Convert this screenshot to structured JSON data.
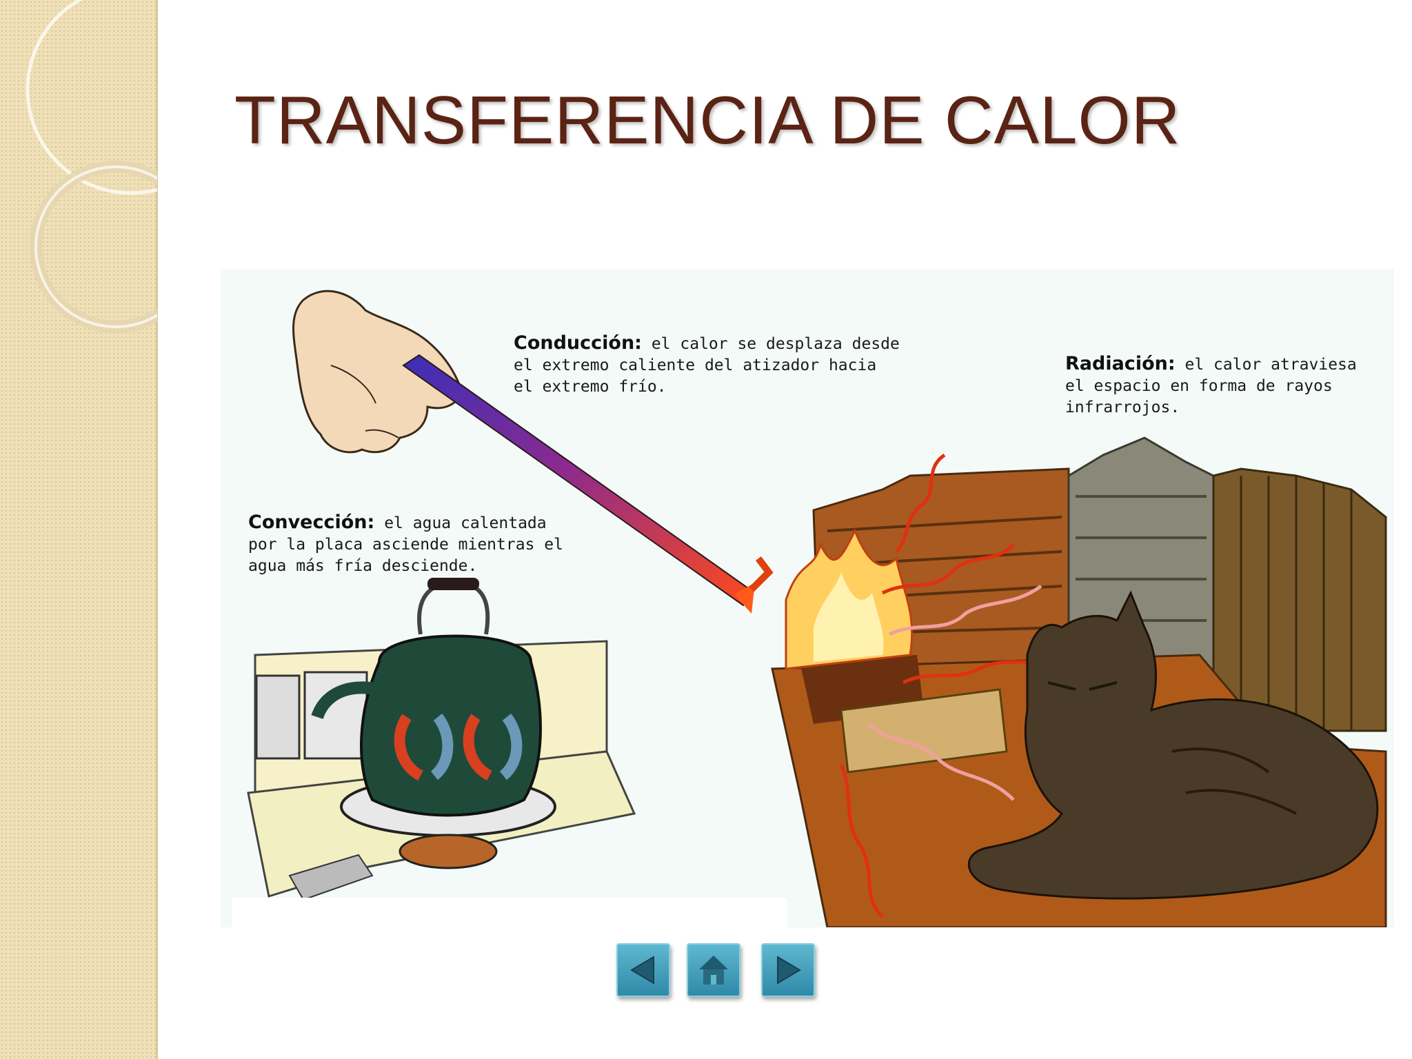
{
  "slide": {
    "title": "TRANSFERENCIA DE CALOR"
  },
  "captions": {
    "conduccion": {
      "term": "Conducción:",
      "text": "el calor se desplaza desde el extremo caliente del atizador hacia el extremo frío."
    },
    "radiacion": {
      "term": "Radiación:",
      "text": "el calor atraviesa el espacio en forma de rayos infrarrojos."
    },
    "conveccion": {
      "term": "Convección:",
      "text": "el agua calentada por la placa asciende mientras el agua más fría desciende."
    }
  },
  "navigation": {
    "prev_icon": "triangle-left-icon",
    "home_icon": "house-icon",
    "next_icon": "triangle-right-icon"
  },
  "colors": {
    "title": "#5a2314",
    "button": "#3a9bb8",
    "strip": "#efe0b8"
  }
}
